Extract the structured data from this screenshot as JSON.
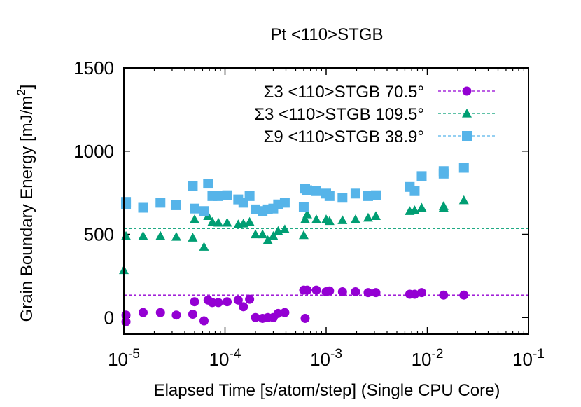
{
  "chart_data": {
    "type": "scatter",
    "title": "Pt <110>STGB",
    "xlabel": "Elapsed Time [s/atom/step] (Single CPU Core)",
    "ylabel": "Grain Boundary Energy [mJ/m",
    "ylabel_sup": "2",
    "ylabel_end": "]",
    "xscale": "log",
    "xlim": [
      1e-05,
      0.1
    ],
    "ylim": [
      -100,
      1500
    ],
    "grid": false,
    "legend_position": "top-right",
    "x_ticks": [
      {
        "base": "10",
        "exp": "-5",
        "value": 1e-05
      },
      {
        "base": "10",
        "exp": "-4",
        "value": 0.0001
      },
      {
        "base": "10",
        "exp": "-3",
        "value": 0.001
      },
      {
        "base": "10",
        "exp": "-2",
        "value": 0.01
      },
      {
        "base": "10",
        "exp": "-1",
        "value": 0.1
      }
    ],
    "y_ticks": [
      {
        "label": "0",
        "value": 0
      },
      {
        "label": "500",
        "value": 500
      },
      {
        "label": "1000",
        "value": 1000
      },
      {
        "label": "1500",
        "value": 1500
      }
    ],
    "series": [
      {
        "name": "Σ3 <110>STGB 70.5°",
        "color": "#9400d3",
        "marker": "circle",
        "reference": 135,
        "points": [
          [
            1.05e-05,
            -25
          ],
          [
            1.05e-05,
            15
          ],
          [
            1.55e-05,
            30
          ],
          [
            2.3e-05,
            30
          ],
          [
            3.3e-05,
            15
          ],
          [
            4.8e-05,
            20
          ],
          [
            5e-05,
            95
          ],
          [
            6.2e-05,
            -20
          ],
          [
            6.8e-05,
            105
          ],
          [
            7.5e-05,
            90
          ],
          [
            8.6e-05,
            90
          ],
          [
            0.000105,
            95
          ],
          [
            0.000135,
            105
          ],
          [
            0.000152,
            65
          ],
          [
            0.000175,
            110
          ],
          [
            0.0002,
            0
          ],
          [
            0.000235,
            -5
          ],
          [
            0.000265,
            0
          ],
          [
            0.0003,
            0
          ],
          [
            0.000335,
            25
          ],
          [
            0.00039,
            30
          ],
          [
            0.0006,
            165
          ],
          [
            0.00062,
            -5
          ],
          [
            0.00065,
            165
          ],
          [
            0.0008,
            165
          ],
          [
            0.001,
            155
          ],
          [
            0.00108,
            160
          ],
          [
            0.00145,
            155
          ],
          [
            0.00195,
            155
          ],
          [
            0.0026,
            150
          ],
          [
            0.0031,
            150
          ],
          [
            0.0067,
            140
          ],
          [
            0.0075,
            140
          ],
          [
            0.0088,
            150
          ],
          [
            0.0145,
            135
          ],
          [
            0.023,
            135
          ]
        ]
      },
      {
        "name": "Σ3 <110>STGB 109.5°",
        "color": "#009e73",
        "marker": "triangle",
        "reference": 535,
        "points": [
          [
            1e-05,
            285
          ],
          [
            1.05e-05,
            490
          ],
          [
            1.55e-05,
            490
          ],
          [
            2.3e-05,
            490
          ],
          [
            3.3e-05,
            485
          ],
          [
            4.8e-05,
            480
          ],
          [
            5e-05,
            590
          ],
          [
            6.2e-05,
            425
          ],
          [
            6.8e-05,
            610
          ],
          [
            7.5e-05,
            575
          ],
          [
            8.6e-05,
            570
          ],
          [
            0.000105,
            570
          ],
          [
            0.000135,
            560
          ],
          [
            0.000152,
            565
          ],
          [
            0.000175,
            575
          ],
          [
            0.0002,
            500
          ],
          [
            0.000235,
            500
          ],
          [
            0.000265,
            465
          ],
          [
            0.0003,
            490
          ],
          [
            0.000335,
            520
          ],
          [
            0.00039,
            530
          ],
          [
            0.0006,
            495
          ],
          [
            0.00062,
            590
          ],
          [
            0.00065,
            620
          ],
          [
            0.0008,
            590
          ],
          [
            0.001,
            590
          ],
          [
            0.00108,
            580
          ],
          [
            0.00145,
            585
          ],
          [
            0.00195,
            590
          ],
          [
            0.0026,
            600
          ],
          [
            0.0031,
            610
          ],
          [
            0.0067,
            640
          ],
          [
            0.0075,
            645
          ],
          [
            0.0088,
            660
          ],
          [
            0.0145,
            670
          ],
          [
            0.0145,
            660
          ],
          [
            0.023,
            705
          ]
        ]
      },
      {
        "name": "Σ9 <110>STGB 38.9°",
        "color": "#56b4e9",
        "marker": "square",
        "reference": null,
        "points": [
          [
            1.05e-05,
            695
          ],
          [
            1.05e-05,
            680
          ],
          [
            1.55e-05,
            660
          ],
          [
            2.3e-05,
            690
          ],
          [
            3.3e-05,
            675
          ],
          [
            4.8e-05,
            790
          ],
          [
            5e-05,
            655
          ],
          [
            6.2e-05,
            640
          ],
          [
            6.8e-05,
            805
          ],
          [
            7.5e-05,
            730
          ],
          [
            8.6e-05,
            730
          ],
          [
            0.000105,
            735
          ],
          [
            0.000135,
            710
          ],
          [
            0.000152,
            690
          ],
          [
            0.000175,
            730
          ],
          [
            0.0002,
            650
          ],
          [
            0.000235,
            640
          ],
          [
            0.000265,
            650
          ],
          [
            0.0003,
            655
          ],
          [
            0.000335,
            680
          ],
          [
            0.00039,
            690
          ],
          [
            0.0006,
            665
          ],
          [
            0.00062,
            775
          ],
          [
            0.00065,
            765
          ],
          [
            0.0008,
            760
          ],
          [
            0.001,
            745
          ],
          [
            0.00108,
            730
          ],
          [
            0.00145,
            720
          ],
          [
            0.00195,
            745
          ],
          [
            0.0026,
            730
          ],
          [
            0.0031,
            735
          ],
          [
            0.0067,
            785
          ],
          [
            0.0075,
            760
          ],
          [
            0.0088,
            850
          ],
          [
            0.0145,
            880
          ],
          [
            0.0145,
            865
          ],
          [
            0.023,
            900
          ]
        ]
      }
    ]
  }
}
